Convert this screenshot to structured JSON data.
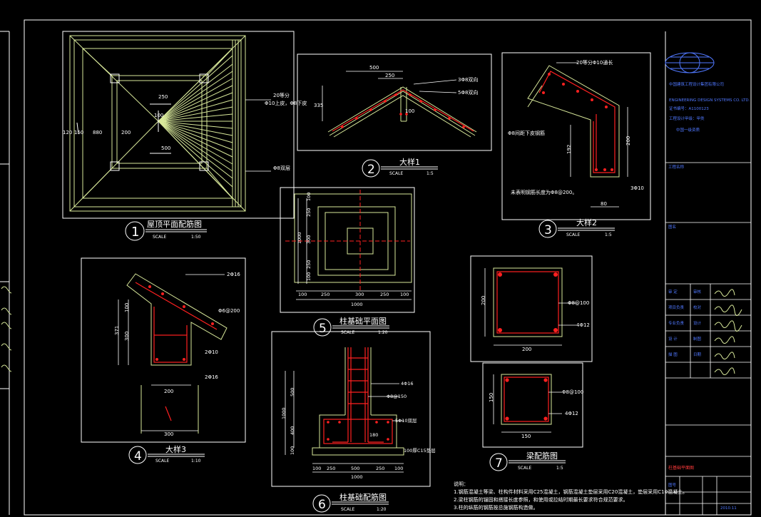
{
  "colors": {
    "background": "#000000",
    "frame": "#ffffff",
    "construction": "#d8e89a",
    "rebar": "#ff2020",
    "cyan": "#59e0ff",
    "dim": "#ffffff",
    "title_block_text": "#5078ff",
    "red_text": "#ff3b3b"
  },
  "views": [
    {
      "id": "1",
      "num": "1",
      "title": "屋顶平面配筋图",
      "scale_label": "SCALE",
      "scale": "1:50"
    },
    {
      "id": "2",
      "num": "2",
      "title": "大样1",
      "scale_label": "SCALE",
      "scale": "1:5"
    },
    {
      "id": "3",
      "num": "3",
      "title": "大样2",
      "scale_label": "SCALE",
      "scale": "1:5"
    },
    {
      "id": "4",
      "num": "4",
      "title": "大样3",
      "scale_label": "SCALE",
      "scale": "1:10"
    },
    {
      "id": "5",
      "num": "5",
      "title": "柱基础平面图",
      "scale_label": "SCALE",
      "scale": "1:20"
    },
    {
      "id": "6",
      "num": "6",
      "title": "柱基础配筋图",
      "scale_label": "SCALE",
      "scale": "1:20"
    },
    {
      "id": "7",
      "num": "7",
      "title": "梁配筋图",
      "scale_label": "SCALE",
      "scale": "1:5"
    }
  ],
  "roof_plan": {
    "dims": [
      "250",
      "100",
      "200",
      "500",
      "880",
      "150",
      "120"
    ],
    "notes": [
      "20等分",
      "Φ10上皮，Φ8下皮",
      "Φ8双层"
    ]
  },
  "detail1": {
    "dims": [
      "500",
      "250",
      "335",
      "100"
    ],
    "notes": [
      "3Φ8双向",
      "5Φ8双向"
    ]
  },
  "detail2": {
    "dims": [
      "192",
      "200",
      "80"
    ],
    "notes": [
      "20等分Φ10通长",
      "Φ8间距下皮钢筋",
      "未表明钢筋长度为Φ8@200。",
      "3Φ10"
    ]
  },
  "detail3": {
    "dims": [
      "371",
      "300",
      "200",
      "300",
      "100"
    ],
    "notes": [
      "2Φ16",
      "Φ6@200",
      "2Φ10",
      "2Φ16"
    ]
  },
  "footing_plan": {
    "dims_v": [
      "250",
      "300",
      "250",
      "100",
      "1000",
      "100"
    ],
    "dims_h": [
      "100",
      "250",
      "300",
      "250",
      "100",
      "1000"
    ]
  },
  "footing_rebar": {
    "dims": [
      "500",
      "1000",
      "400",
      "100",
      "250",
      "500",
      "250",
      "100",
      "1000",
      "180"
    ],
    "notes": [
      "4Φ16",
      "Φ8@150",
      "5Φ10双层",
      "100厚C15垫层"
    ]
  },
  "beam": {
    "top": {
      "dims": [
        "200",
        "200"
      ],
      "notes": [
        "Φ8@100",
        "4Φ12"
      ]
    },
    "bottom": {
      "dims": [
        "150",
        "150"
      ],
      "notes": [
        "Φ8@100",
        "4Φ12"
      ]
    }
  },
  "notes": {
    "heading": "说明：",
    "lines": [
      "1.钢筋混凝土等梁、柱构件材料采用C25混凝土，钢筋混凝土垫层采用C20混凝土，垫层采用C10混凝土。",
      "2.梁柱钢筋的锚固和搭接长度参照，和使用或拉结时期最长要求符合规范要求。",
      "3.柱的纵筋的钢筋按总施钢筋构造做。"
    ]
  },
  "title_block": {
    "company": "中国建筑工程设计集团有限公司",
    "company_en": "ENGINEERING DESIGN SYSTEMS CO. LTD.",
    "cert": "证书编号：A1100123",
    "lines": [
      "工程设计甲级：甲类",
      "中国一级资质"
    ],
    "rows": [
      {
        "label": "审 定",
        "role": "审核"
      },
      {
        "label": "项目负责",
        "role": "校对"
      },
      {
        "label": "专业负责",
        "role": "设计"
      },
      {
        "label": "设 计",
        "role": "制图"
      },
      {
        "label": "描 图",
        "role": "日期"
      }
    ],
    "project_label": "工程名称",
    "drawing_label": "图名",
    "drawing_name": "柱基础平面图",
    "sheet_label": "图号",
    "date": "2010.11"
  }
}
